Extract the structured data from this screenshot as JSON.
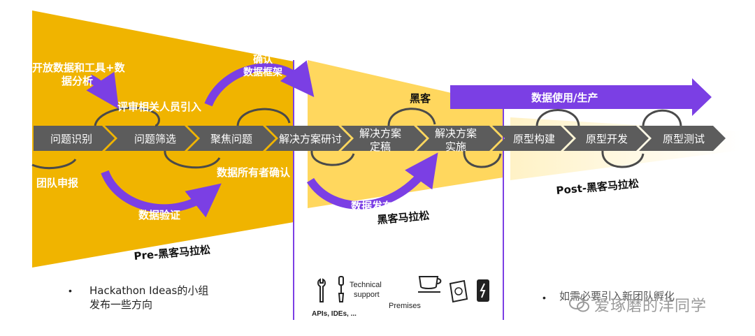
{
  "steps": [
    "问题识别",
    "问题筛选",
    "聚焦问题",
    "解决方案研讨",
    "解决方案定稿",
    "解决方案实施",
    "原型构建",
    "原型开发",
    "原型测试"
  ],
  "pre": {
    "title": "Pre-黑客马拉松",
    "open_data_1": "开放数据和工具+数",
    "open_data_2": "据分析",
    "reviewer": "评审相关人员引入",
    "confirm_1": "确认",
    "confirm_2": "数据框架",
    "team": "团队申报",
    "validate": "数据验证",
    "owner": "数据所有者确认"
  },
  "mid": {
    "hacker": "黑客",
    "release": "数据发布",
    "title": "黑客马拉松",
    "tech_1": "Technical",
    "tech_2": "support",
    "apis": "APIs, IDEs, ...",
    "premises": "Premises"
  },
  "post": {
    "arrow": "数据使用/生产",
    "title": "Post-黑客马拉松"
  },
  "notes": {
    "left_1": "Hackathon Ideas的小组",
    "left_2": "发布一些方向",
    "right": "如需必要引入新团队孵化"
  },
  "watermark": "爱琢磨的洋同学",
  "colors": {
    "gold": "#f0b400",
    "light_gold": "#ffd75e",
    "pale": "#fff2c6",
    "purple": "#7b3fe4",
    "step": "#5c5c5c"
  }
}
